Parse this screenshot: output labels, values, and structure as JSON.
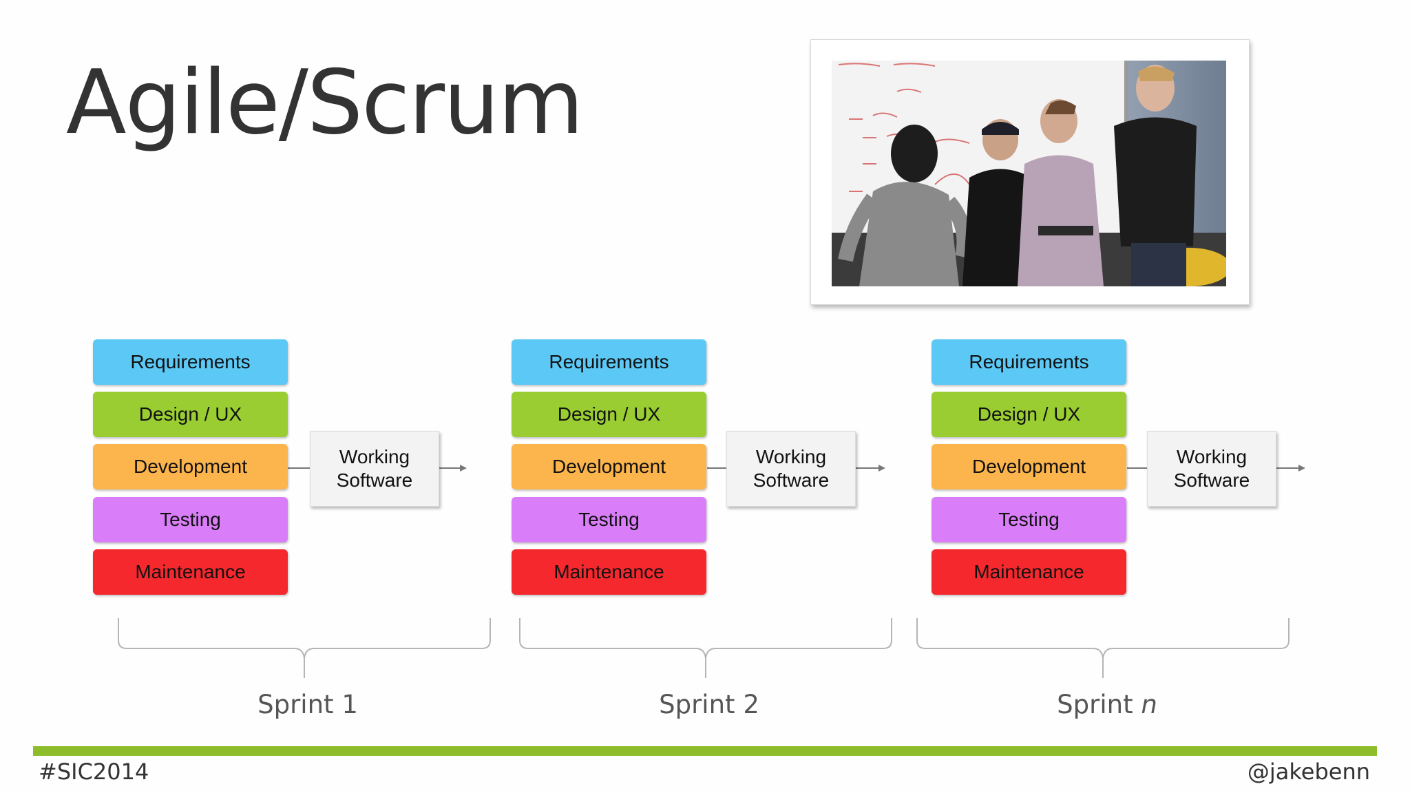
{
  "title": "Agile/Scrum",
  "stage_labels": {
    "requirements": "Requirements",
    "design": "Design / UX",
    "development": "Development",
    "testing": "Testing",
    "maintenance": "Maintenance"
  },
  "stage_colors": {
    "requirements": "#5bc8f5",
    "design": "#9acd32",
    "development": "#fcb44d",
    "testing": "#d97ef8",
    "maintenance": "#f4282d"
  },
  "working_software": {
    "line1": "Working",
    "line2": "Software"
  },
  "sprints": [
    {
      "label": "Sprint 1",
      "prefix": "Sprint ",
      "suffix": "1"
    },
    {
      "label": "Sprint 2",
      "prefix": "Sprint ",
      "suffix": "2"
    },
    {
      "label": "Sprint n",
      "prefix": "Sprint ",
      "suffix": "n"
    }
  ],
  "footer": {
    "hashtag": "#SIC2014",
    "handle": "@jakebenn"
  },
  "accent_color": "#8dbd2a"
}
